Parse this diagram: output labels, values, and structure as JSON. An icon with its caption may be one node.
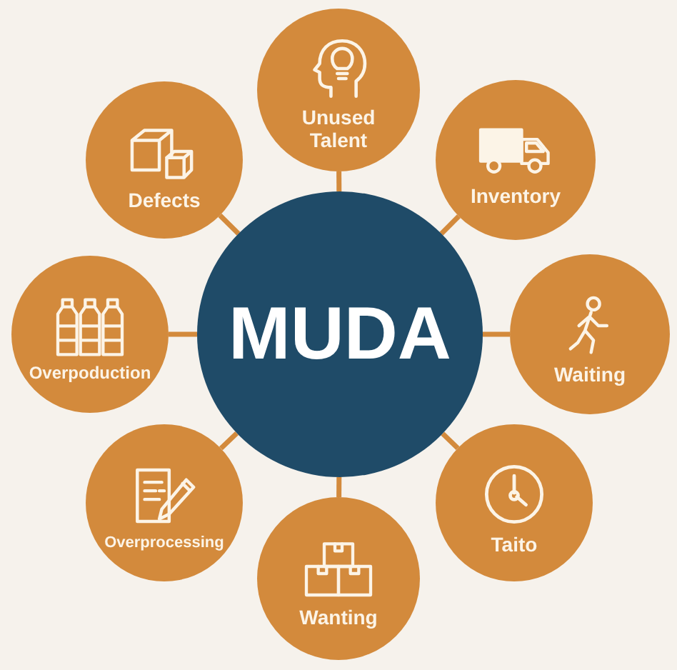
{
  "diagram": {
    "nodes": [
      {
        "text": [
          "MUDA"
        ]
      },
      {
        "text": [
          "Unused Talent"
        ]
      },
      {
        "text": [
          "Defects"
        ]
      },
      {
        "text": [
          "Inventory"
        ]
      },
      {
        "text": [
          "Overpoduction"
        ]
      },
      {
        "text": [
          "Waiting"
        ]
      },
      {
        "text": [
          "Overprocessing"
        ]
      },
      {
        "text": [
          "Taito"
        ]
      },
      {
        "text": [
          "Wanting"
        ]
      }
    ],
    "edges": [
      {
        "from": 0,
        "to": 1,
        "arrow": "none"
      },
      {
        "from": 0,
        "to": 2,
        "arrow": "none"
      },
      {
        "from": 0,
        "to": 3,
        "arrow": "none"
      },
      {
        "from": 0,
        "to": 4,
        "arrow": "none"
      },
      {
        "from": 0,
        "to": 5,
        "arrow": "none"
      },
      {
        "from": 0,
        "to": 6,
        "arrow": "none"
      },
      {
        "from": 0,
        "to": 7,
        "arrow": "none"
      },
      {
        "from": 0,
        "to": 8,
        "arrow": "none"
      }
    ]
  }
}
